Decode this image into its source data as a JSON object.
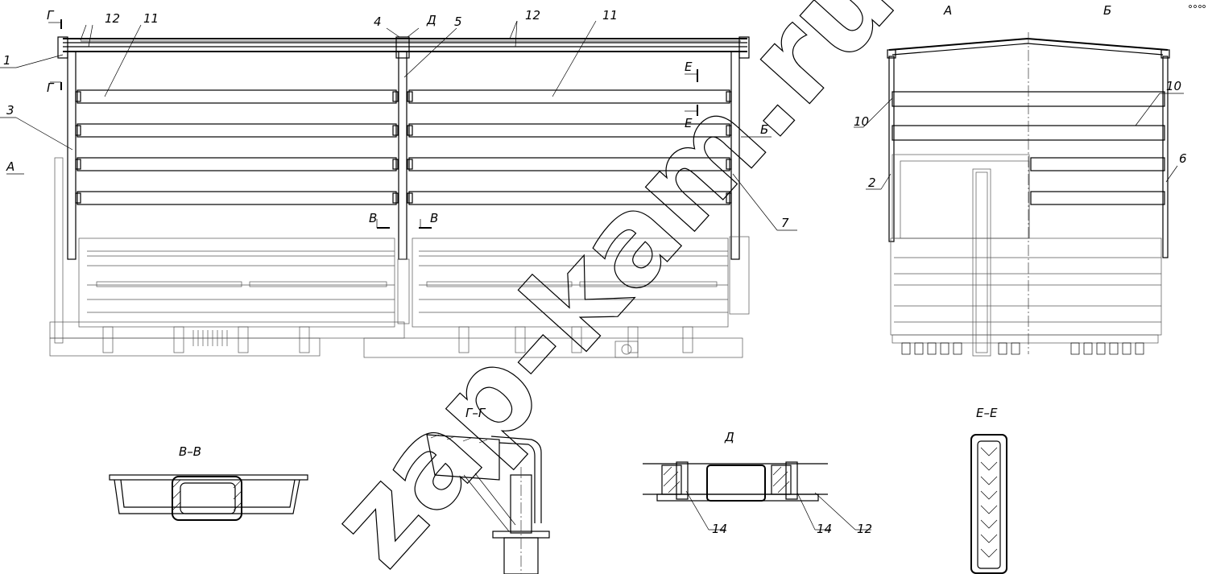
{
  "labels": {
    "c1": "1",
    "c2": "2",
    "c3": "3",
    "c4": "4",
    "c5": "5",
    "c6": "6",
    "c7": "7",
    "c10a": "10",
    "c10b": "10",
    "c11a": "11",
    "c11b": "11",
    "c12a": "12",
    "c12b": "12",
    "c12c": "12",
    "c14a": "14",
    "c14b": "14"
  },
  "section_marks": {
    "g_top": "Г",
    "g_mid": "Г",
    "d": "Д",
    "e_top": "Е",
    "e_bot": "Е",
    "b_side": "Б",
    "a_side": "А",
    "v_left": "В",
    "v_right": "В"
  },
  "view_titles": {
    "view_a": "А",
    "view_b": "Б",
    "section_vv": "В–В",
    "section_gg": "Г–Г",
    "detail_d": "Д",
    "section_ee": "Е–Е"
  },
  "watermark": "zap-kam.ru"
}
